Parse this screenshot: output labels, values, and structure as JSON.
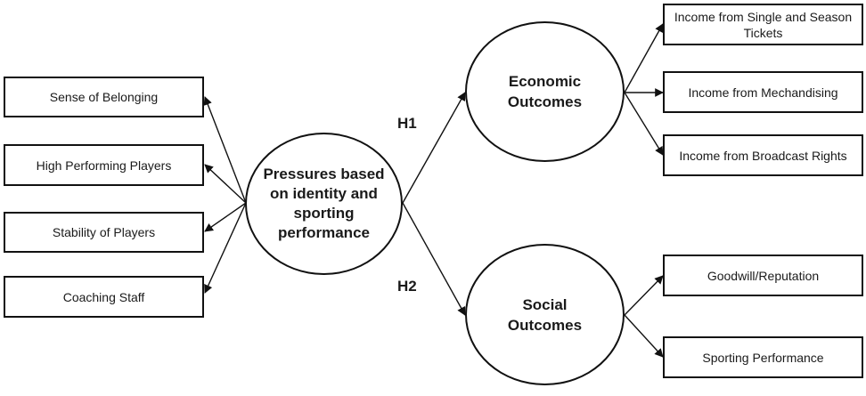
{
  "center": {
    "label": "Pressures based on identity and sporting performance"
  },
  "economic": {
    "label": "Economic Outcomes"
  },
  "social": {
    "label": "Social Outcomes"
  },
  "hypotheses": {
    "h1": "H1",
    "h2": "H2"
  },
  "left_boxes": [
    "Sense of Belonging",
    "High Performing Players",
    "Stability of Players",
    "Coaching Staff"
  ],
  "economic_boxes": [
    "Income from Single and Season Tickets",
    "Income from Mechandising",
    "Income from Broadcast Rights"
  ],
  "social_boxes": [
    "Goodwill/Reputation",
    "Sporting Performance"
  ]
}
